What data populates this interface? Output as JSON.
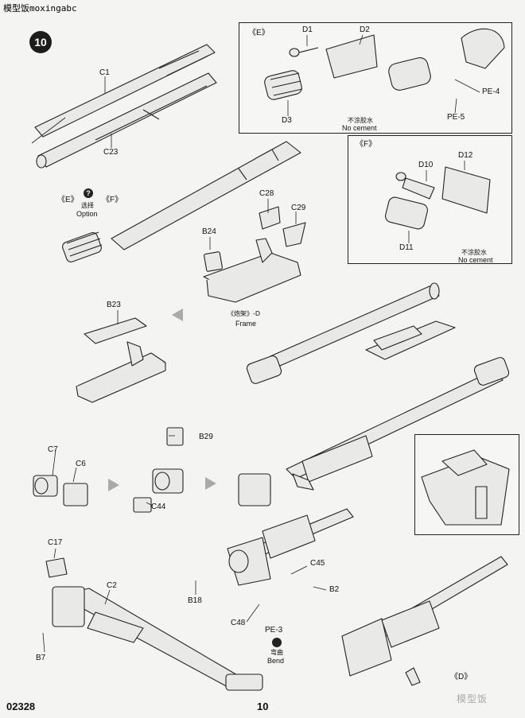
{
  "watermark": "模型饭moxingabc",
  "step_number": "10",
  "footer": {
    "code": "02328",
    "page": "10"
  },
  "logo_text": "模型饭",
  "parts": {
    "C1": "C1",
    "C23": "C23",
    "C28": "C28",
    "C29": "C29",
    "B24": "B24",
    "B23": "B23",
    "D1": "D1",
    "D2": "D2",
    "D3": "D3",
    "PE4": "PE-4",
    "PE5": "PE-5",
    "D10": "D10",
    "D12": "D12",
    "D11": "D11",
    "C7": "C7",
    "C6": "C6",
    "B29": "B29",
    "C44": "C44",
    "C17": "C17",
    "C2": "C2",
    "B7": "B7",
    "B18": "B18",
    "C45": "C45",
    "B2": "B2",
    "C48": "C48",
    "PE3": "PE-3"
  },
  "labels": {
    "E": "《E》",
    "F": "《F》",
    "D": "《D》",
    "choose_cn": "选择",
    "option": "Option",
    "frame_cn": "《炮架》-D",
    "frame": "Frame",
    "no_cement_cn": "不涂胶水",
    "no_cement": "No cement",
    "bend_cn": "弯曲",
    "bend": "Bend",
    "question": "?"
  }
}
